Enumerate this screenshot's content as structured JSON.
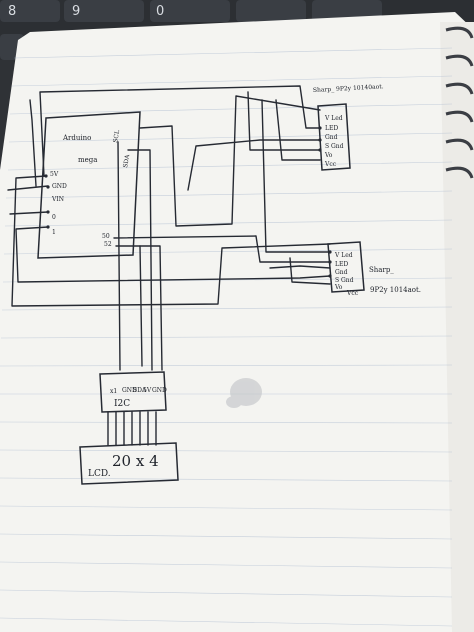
{
  "keyboard": {
    "keys": [
      "8",
      "9",
      "0"
    ]
  },
  "sharp_top": {
    "title": "Sharp_ 9P2y 10140aot.",
    "pins": [
      "V Led",
      "LED",
      "Gnd",
      "S Gnd",
      "Vo",
      "Vcc"
    ]
  },
  "sharp_right": {
    "title_line1": "Sharp_",
    "title_line2": "9P2y 1014aot.",
    "pins": [
      "V Led",
      "LED",
      "Gnd",
      "S Gnd",
      "Vo",
      "Vcc"
    ]
  },
  "arduino": {
    "title_line1": "Arduino",
    "title_line2": "mega",
    "left_pins": [
      "5V",
      "GND",
      "VIN",
      "0",
      "1"
    ],
    "top_pins": [
      "SCL",
      "SDA"
    ],
    "bottom_pins": [
      "50",
      "52"
    ]
  },
  "i2c": {
    "label": "I2C",
    "pins": [
      "x1",
      "GND",
      "SDA",
      "5V",
      "GND"
    ]
  },
  "lcd": {
    "size": "20 x 4",
    "label": "LCD."
  },
  "colors": {
    "paper": "#f4f4f1",
    "ink": "#262a33",
    "ruled_lines": "#9fb0c9",
    "desk": "#2f3236"
  }
}
